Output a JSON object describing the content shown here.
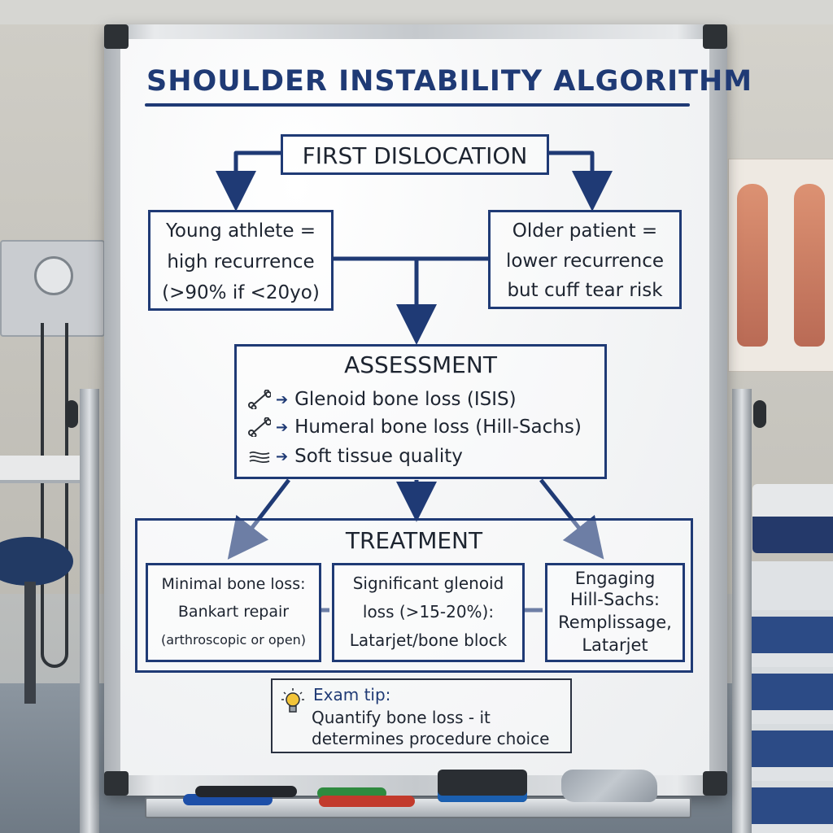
{
  "diagram": {
    "title": "SHOULDER INSTABILITY ALGORITHM",
    "start": {
      "label": "FIRST DISLOCATION"
    },
    "branches": [
      {
        "lines": [
          "Young athlete =",
          "high recurrence",
          "(>90% if <20yo)"
        ]
      },
      {
        "lines": [
          "Older patient =",
          "lower recurrence",
          "but cuff tear risk"
        ]
      }
    ],
    "assessment": {
      "heading": "ASSESSMENT",
      "items": [
        {
          "icon": "bone-icon",
          "text": "Glenoid bone loss (ISIS)"
        },
        {
          "icon": "bone-icon",
          "text": "Humeral bone loss (Hill-Sachs)"
        },
        {
          "icon": "tissue-icon",
          "text": "Soft tissue quality"
        }
      ]
    },
    "treatment": {
      "heading": "TREATMENT",
      "options": [
        {
          "lines": [
            "Minimal bone loss:",
            "Bankart repair",
            "(arthroscopic or open)"
          ]
        },
        {
          "lines": [
            "Significant glenoid",
            "loss (>15-20%):",
            "Latarjet/bone block"
          ]
        },
        {
          "lines": [
            "Engaging",
            "Hill-Sachs:",
            "Remplissage,",
            "Latarjet"
          ]
        }
      ]
    },
    "tip": {
      "icon": "lightbulb-icon",
      "label": "Exam tip:",
      "lines": [
        "Quantify bone loss - it",
        "determines procedure choice"
      ]
    }
  },
  "colors": {
    "ink": "#1f3a75",
    "text": "#1d2430",
    "board": "#f5f6f7"
  }
}
